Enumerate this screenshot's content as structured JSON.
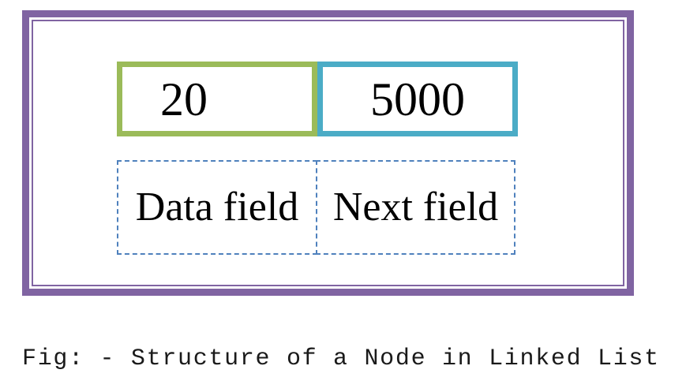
{
  "diagram": {
    "node": {
      "data_value": "20",
      "next_value": "5000",
      "data_field_label": "Data field",
      "next_field_label": "Next field"
    },
    "caption": "Fig: - Structure of a Node in Linked List",
    "colors": {
      "frame_purple": "#8064A2",
      "data_border_green": "#9BBB59",
      "next_border_teal": "#4BACC6",
      "dashed_blue": "#4F81BD",
      "value_text": "#000000",
      "caption_text": "#1a1a1a"
    }
  }
}
